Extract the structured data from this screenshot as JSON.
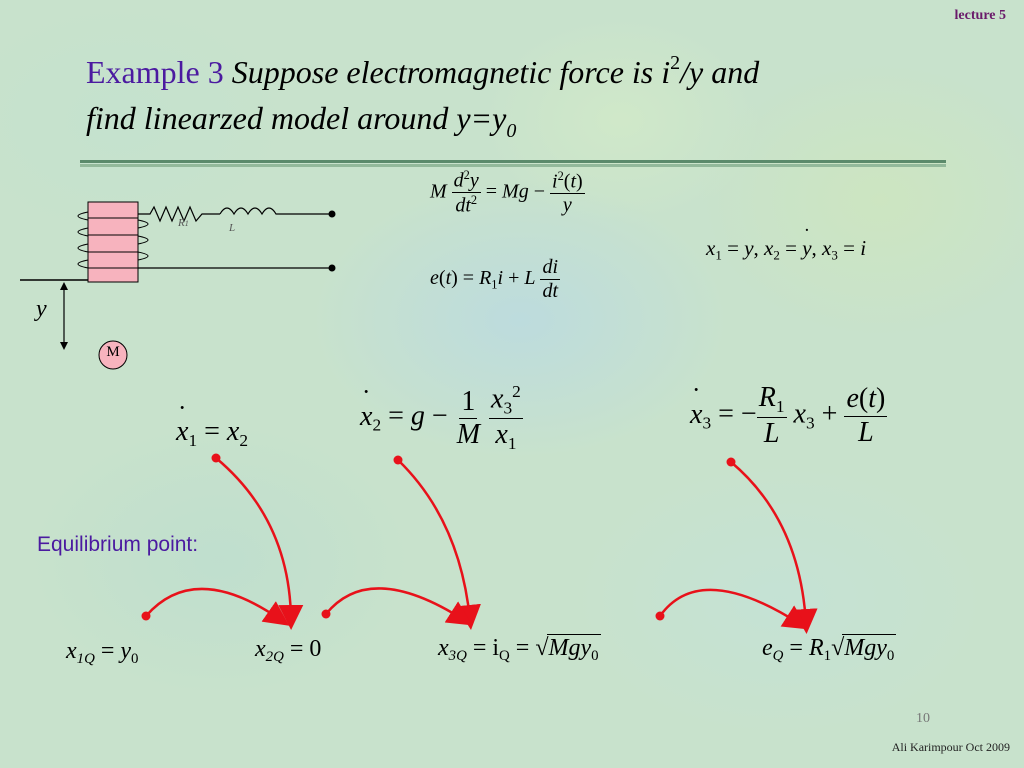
{
  "header": {
    "lecture": "lecture 5"
  },
  "title": {
    "prefix": "Example 3",
    "text_1": "Suppose electromagnetic force is i",
    "sup_2": "2",
    "text_2": "/y and",
    "line2": "find linearzed model around y=y",
    "sub_0": "0"
  },
  "diagram": {
    "r_label": "R",
    "r_sub": "1",
    "l_label": "L",
    "y_label": "y",
    "mass_label": "M"
  },
  "labels": {
    "equilibrium": "Equilibrium point:"
  },
  "footer": {
    "page": "10",
    "author": "Ali Karimpour  Oct 2009"
  },
  "colors": {
    "title_prefix": "#4b1aa0",
    "arrow": "#e8111a",
    "divider": "#5b8a6b",
    "coil_fill": "#f7b3be"
  }
}
